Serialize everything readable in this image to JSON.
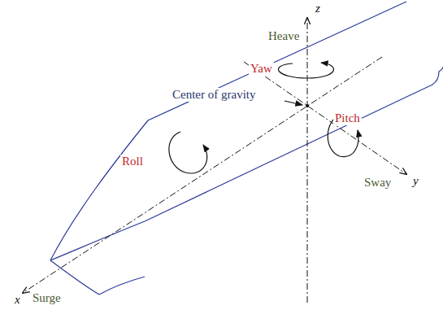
{
  "diagram": {
    "labels": [
      "z",
      "Heave",
      "Yaw",
      "Center of gravity",
      "Pitch",
      "Roll",
      "Sway",
      "y",
      "x",
      "Surge"
    ]
  }
}
